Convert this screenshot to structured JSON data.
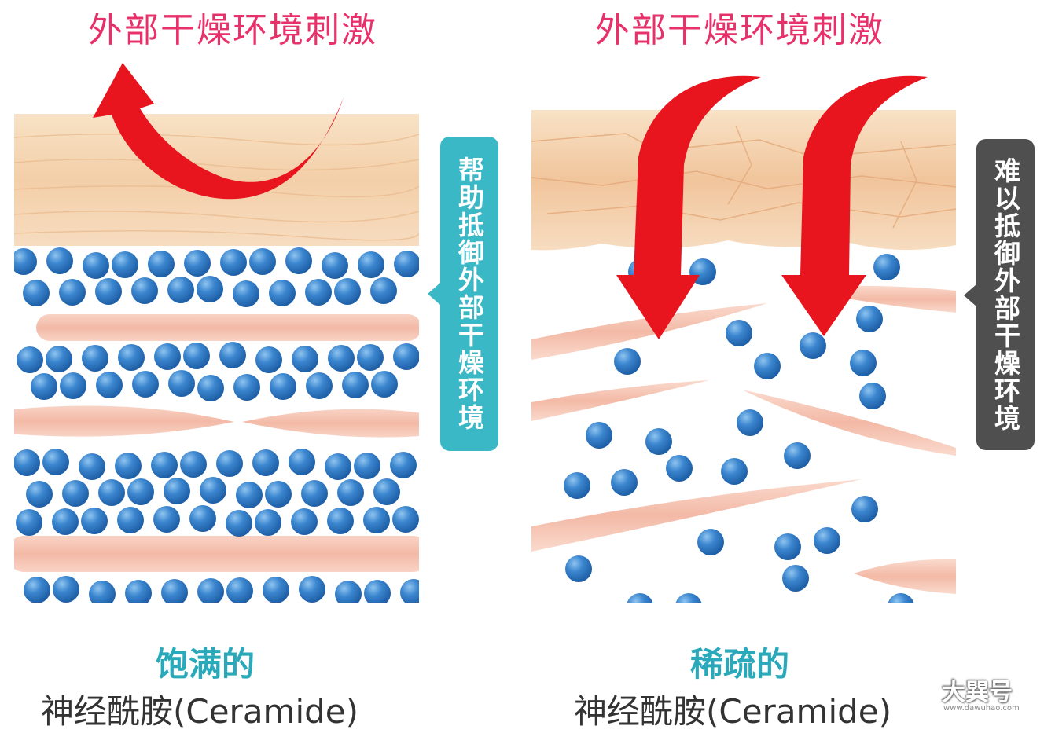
{
  "left": {
    "top_title": "外部干燥环境刺激",
    "callout": "帮助抵御外部干燥环境",
    "caption_line1": "饱满的",
    "caption_line2": "神经酰胺(Ceramide)"
  },
  "right": {
    "top_title": "外部干燥环境刺激",
    "callout": "难以抵御外部干燥环境",
    "caption_line1": "稀疏的",
    "caption_line2": "神经酰胺(Ceramide)"
  },
  "watermark": {
    "text": "大巽号",
    "subtext": "www.dawuhao.com"
  },
  "colors": {
    "title": "#e8316b",
    "arrow": "#e8141e",
    "skin_top": "#f6d9b8",
    "cell": "#f6c4b4",
    "ceramide": "#2f7fc8",
    "callout_left": "#3ab8c6",
    "callout_right": "#4f4f4f",
    "caption_accent": "#2aa9bb",
    "caption_text": "#333333"
  }
}
